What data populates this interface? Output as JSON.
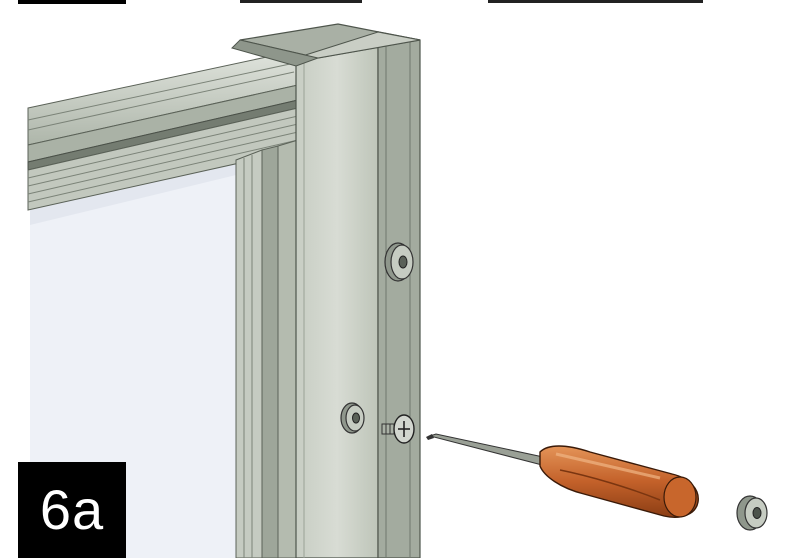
{
  "step": {
    "label": "6a"
  },
  "illustration": {
    "parts": [
      "glass-panel",
      "horizontal-rail",
      "vertical-post",
      "end-cap",
      "upper-washer",
      "middle-washer",
      "screw",
      "screwdriver",
      "loose-washer"
    ],
    "colors": {
      "frame": "#b9c0b4",
      "frame_dark": "#7f887d",
      "glass": "#eef1f7",
      "handle": "#c86a2e",
      "handle_dark": "#8b3d14"
    }
  }
}
